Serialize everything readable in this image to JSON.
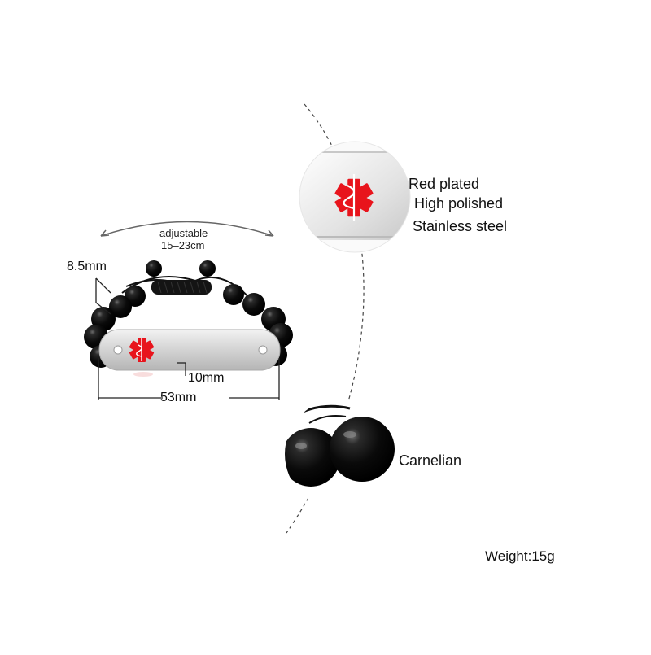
{
  "adjustable": {
    "title": "adjustable",
    "range": "15–23cm"
  },
  "dimensions": {
    "bead": "8.5mm",
    "plate_height": "10mm",
    "plate_width": "53mm"
  },
  "features": {
    "line1": "Red plated",
    "line2": "High polished",
    "line3": "Stainless steel"
  },
  "material": {
    "label": "Carnelian"
  },
  "weight": {
    "label": "Weight:15g"
  },
  "colors": {
    "symbol_red": "#e8141c",
    "bead_black": "#0b0b0b",
    "steel": "#d9d9d9"
  },
  "icons": {
    "medical_symbol": "star-of-life-icon"
  }
}
